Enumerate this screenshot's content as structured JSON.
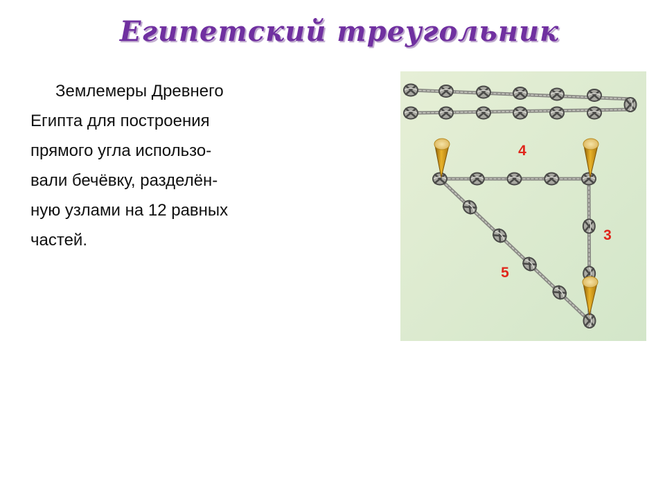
{
  "slide": {
    "title": "Египетский треугольник",
    "text_lines": [
      "Землемеры Древнего",
      "Египта для построения",
      "прямого угла использо-",
      "вали бечёвку, разделён-",
      "ную узлами на 12 равных",
      "частей."
    ]
  },
  "figure": {
    "side_labels": {
      "top": "4",
      "right": "3",
      "hypotenuse": "5"
    },
    "colors": {
      "background": "#d8e9c9",
      "rope": "#8a8a85",
      "knot": "#4a4a48",
      "stake": "#d8a520",
      "label": "#e0261b",
      "title": "#7030a0"
    }
  }
}
